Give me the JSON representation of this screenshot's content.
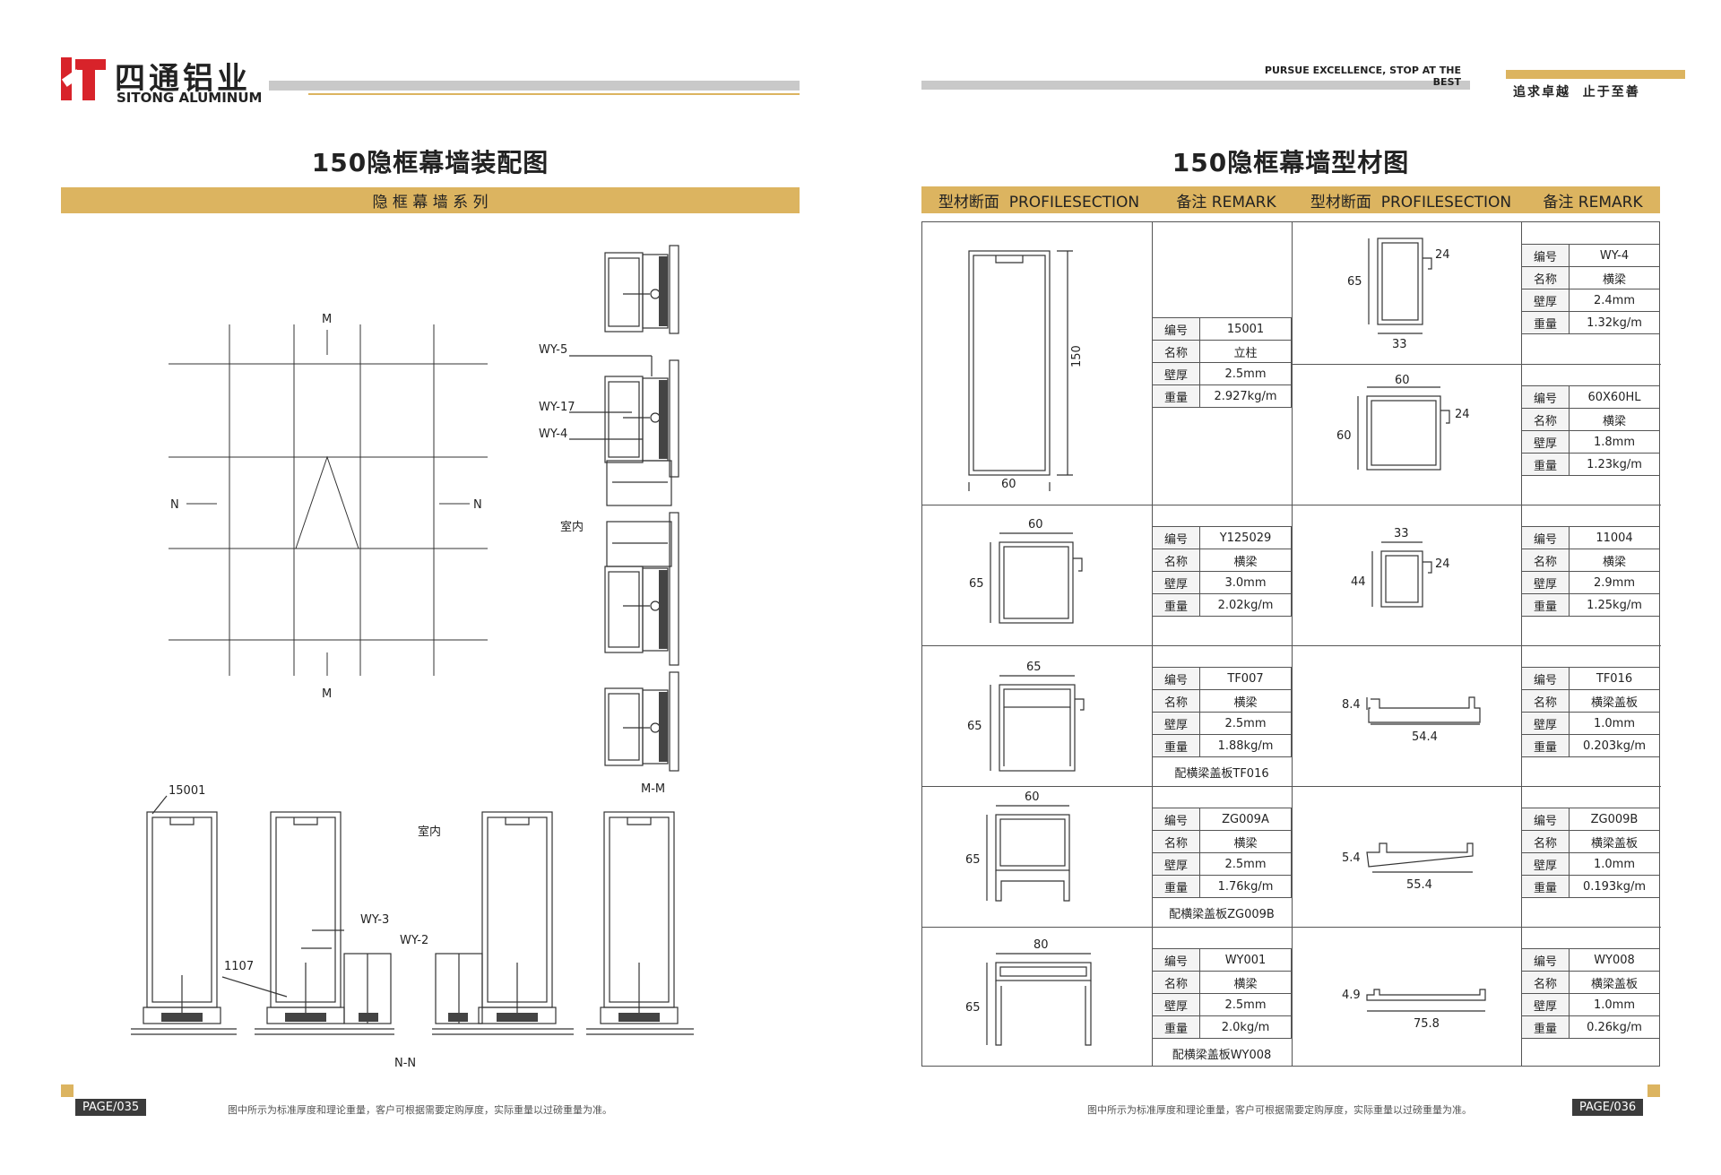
{
  "left": {
    "logo_cn": "四通铝业",
    "logo_en": "SITONG ALUMINUM",
    "title": "150隐框幕墙装配图",
    "band": "隐 框 幕 墙 系 列",
    "plan_labels": {
      "m_top": "M",
      "m_bottom": "M",
      "n_left": "N",
      "n_right": "N"
    },
    "section_labels": {
      "wy5": "WY-5",
      "wy17": "WY-17",
      "wy4": "WY-4",
      "indoor": "室内",
      "mm": "M-M"
    },
    "bottom_labels": {
      "p15001": "15001",
      "indoor": "室内",
      "wy3": "WY-3",
      "wy2": "WY-2",
      "p1107": "1107",
      "nn": "N-N"
    },
    "page": "PAGE/035",
    "footnote": "图中所示为标准厚度和理论重量，客户可根据需要定购厚度，实际重量以过磅重量为准。"
  },
  "right": {
    "slogan_en": "PURSUE EXCELLENCE, STOP AT THE BEST",
    "slogan_cn": "追求卓越  止于至善",
    "title": "150隐框幕墙型材图",
    "headers": [
      "型材断面  PROFILESECTION",
      "备注 REMARK",
      "型材断面  PROFILESECTION",
      "备注 REMARK"
    ],
    "keys": [
      "编号",
      "名称",
      "壁厚",
      "重量"
    ],
    "profiles": [
      {
        "code": "15001",
        "name": "立柱",
        "thickness": "2.5mm",
        "weight": "2.927kg/m",
        "note": "",
        "dims": [
          "150",
          "60"
        ]
      },
      {
        "code": "WY-4",
        "name": "横梁",
        "thickness": "2.4mm",
        "weight": "1.32kg/m",
        "note": "",
        "dims": [
          "65",
          "24",
          "33"
        ]
      },
      {
        "code": "60X60HL",
        "name": "横梁",
        "thickness": "1.8mm",
        "weight": "1.23kg/m",
        "note": "",
        "dims": [
          "60",
          "24",
          "60"
        ]
      },
      {
        "code": "Y125029",
        "name": "横梁",
        "thickness": "3.0mm",
        "weight": "2.02kg/m",
        "note": "",
        "dims": [
          "60",
          "65"
        ]
      },
      {
        "code": "11004",
        "name": "横梁",
        "thickness": "2.9mm",
        "weight": "1.25kg/m",
        "note": "",
        "dims": [
          "33",
          "24",
          "44"
        ]
      },
      {
        "code": "TF007",
        "name": "横梁",
        "thickness": "2.5mm",
        "weight": "1.88kg/m",
        "note": "配横梁盖板TF016",
        "dims": [
          "65",
          "65"
        ]
      },
      {
        "code": "TF016",
        "name": "横梁盖板",
        "thickness": "1.0mm",
        "weight": "0.203kg/m",
        "note": "",
        "dims": [
          "8.4",
          "54.4"
        ]
      },
      {
        "code": "ZG009A",
        "name": "横梁",
        "thickness": "2.5mm",
        "weight": "1.76kg/m",
        "note": "配横梁盖板ZG009B",
        "dims": [
          "60",
          "65"
        ]
      },
      {
        "code": "ZG009B",
        "name": "横梁盖板",
        "thickness": "1.0mm",
        "weight": "0.193kg/m",
        "note": "",
        "dims": [
          "5.4",
          "55.4"
        ]
      },
      {
        "code": "WY001",
        "name": "横梁",
        "thickness": "2.5mm",
        "weight": "2.0kg/m",
        "note": "配横梁盖板WY008",
        "dims": [
          "80",
          "65"
        ]
      },
      {
        "code": "WY008",
        "name": "横梁盖板",
        "thickness": "1.0mm",
        "weight": "0.26kg/m",
        "note": "",
        "dims": [
          "4.9",
          "75.8"
        ]
      }
    ],
    "page": "PAGE/036",
    "footnote": "图中所示为标准厚度和理论重量，客户可根据需要定购厚度，实际重量以过磅重量为准。"
  }
}
